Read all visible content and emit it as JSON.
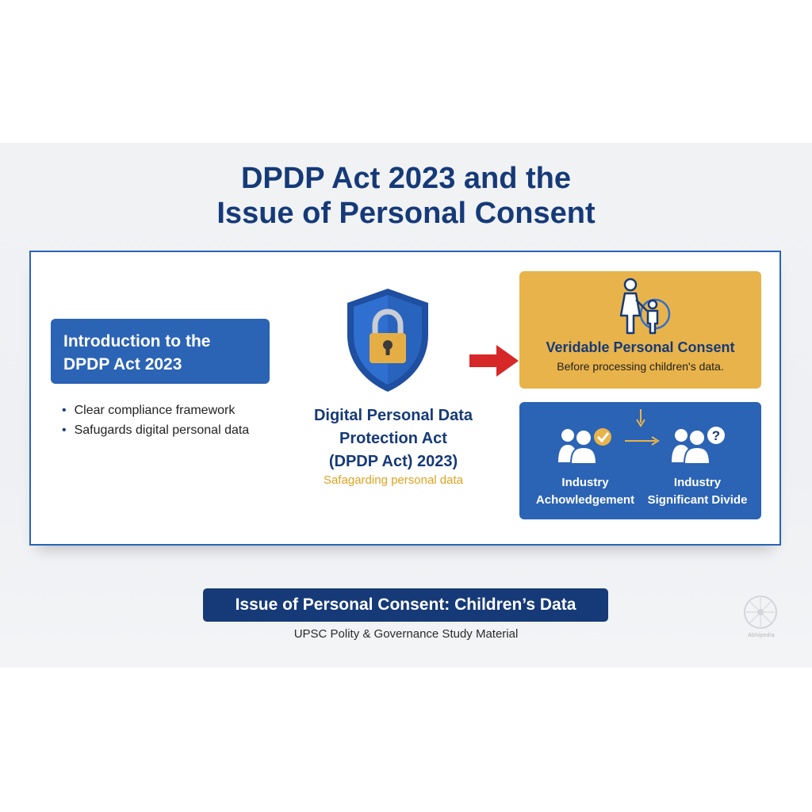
{
  "title": {
    "line1": "DPDP Act 2023 and the",
    "line2": "Issue of Personal Consent"
  },
  "intro": {
    "heading_line1": "Introduction to the",
    "heading_line2": "DPDP Act 2023",
    "bullets": [
      "Clear compliance framework",
      "Safugards digital personal data"
    ]
  },
  "center": {
    "icon": "padlock-shield-icon",
    "title_line1": "Digital Personal Data",
    "title_line2": "Protection Act",
    "title_line3": "(DPDP Act) 2023)",
    "subtitle": "Safagarding personal data"
  },
  "consent": {
    "icon": "parent-child-icon",
    "title": "Veridable Personal Consent",
    "subtitle": "Before processing children's data."
  },
  "industry": {
    "left_line1": "Industry",
    "left_line2": "Achowledgement",
    "right_line1": "Industry",
    "right_line2": "Significant Divide",
    "left_icon": "group-check-icon",
    "right_icon": "group-question-icon"
  },
  "banner": {
    "label": "Issue of Personal Consent: Children’s Data"
  },
  "footer": {
    "text": "UPSC Polity & Governance Study Material",
    "watermark": "Abhipedia"
  },
  "colors": {
    "navy": "#163a78",
    "blue": "#2b63b5",
    "gold": "#e8b34b",
    "accent_gold_text": "#e0a21f",
    "red_arrow": "#d62828"
  }
}
